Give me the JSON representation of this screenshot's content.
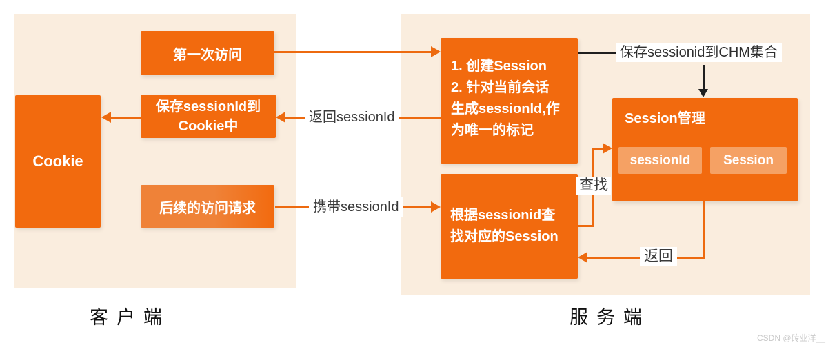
{
  "client": {
    "title": "客户端",
    "cookie_box": "Cookie",
    "first_visit_box": "第一次访问",
    "save_cookie_line1": "保存sessionId到",
    "save_cookie_line2": "Cookie中",
    "subsequent_box": "后续的访问请求"
  },
  "server": {
    "title": "服务端",
    "create_line1": "1. 创建Session",
    "create_line2": "2. 针对当前会话",
    "create_line3": "生成sessionId,作",
    "create_line4": "为唯一的标记",
    "lookup_line1": "根据sessionid查",
    "lookup_line2": "找对应的Session",
    "mgmt_title": "Session管理",
    "mgmt_key": "sessionId",
    "mgmt_value": "Session"
  },
  "labels": {
    "return_sessionid": "返回sessionId",
    "carry_sessionid": "携带sessionId",
    "save_chm": "保存sessionid到CHM集合",
    "lookup": "查找",
    "return": "返回"
  },
  "colors": {
    "orange": "#F26A0E",
    "orange_light_box": "#EF8238",
    "chip": "#F5A164",
    "panel": "#FAEDDE",
    "arrow": "#ED6A0F",
    "black": "#1F1F1F"
  },
  "watermark": "CSDN @砖业洋__"
}
